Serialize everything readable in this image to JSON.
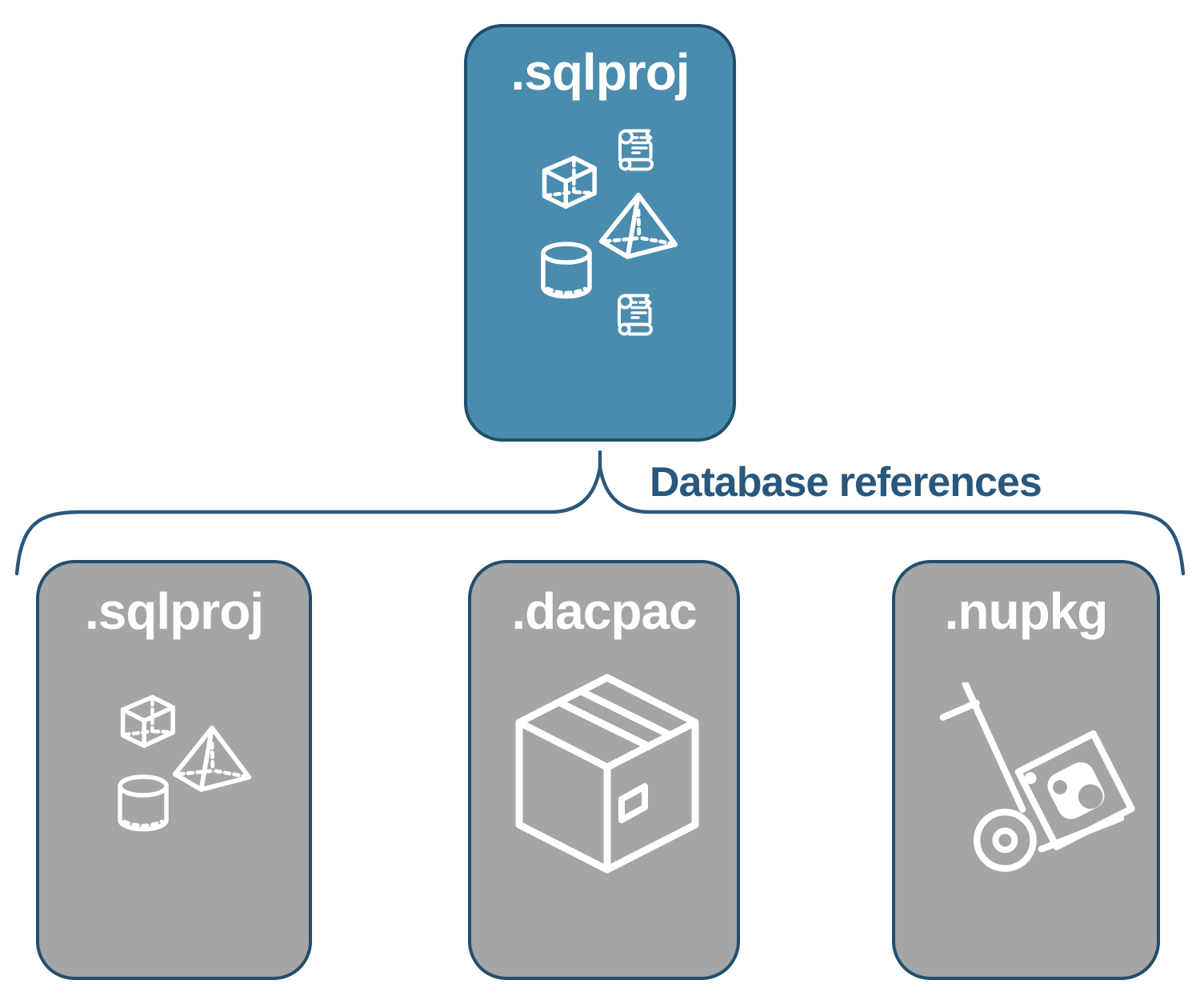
{
  "connector": {
    "label": "Database references"
  },
  "source_card": {
    "title": ".sqlproj",
    "icons": [
      "sql-script-scroll-icon",
      "cube-icon",
      "pyramid-icon",
      "cylinder-icon",
      "sql-script-scroll-icon"
    ]
  },
  "target_cards": [
    {
      "title": ".sqlproj",
      "icons": [
        "cube-icon",
        "pyramid-icon",
        "cylinder-icon"
      ]
    },
    {
      "title": ".dacpac",
      "icons": [
        "package-box-icon"
      ]
    },
    {
      "title": ".nupkg",
      "icons": [
        "hand-truck-package-icon"
      ]
    }
  ],
  "colors": {
    "source_fill": "#4a8cae",
    "target_fill": "#a5a5a5",
    "card_outline": "#204f6b",
    "brace_line": "#2a587c",
    "label_text": "#2a587c",
    "icon_stroke": "#ffffff",
    "title_text": "#ffffff",
    "background": "#ffffff"
  }
}
